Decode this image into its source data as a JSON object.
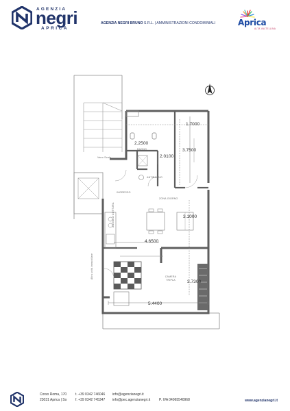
{
  "header": {
    "agency_top": "AGENZIA",
    "brand": "negri",
    "agency_bottom": "APRICA",
    "tagline_bold": "AGENZIA NEGRI BRUNO",
    "tagline_rest": " S.R.L. | AMMINISTRAZIONI CONDOMINIALI",
    "partner_logo": "Aprica",
    "partner_sub": "ALTA VALTELLINA"
  },
  "plan": {
    "rooms": {
      "bagno": "BAGNO",
      "vano_scale": "Vano Scale",
      "antibagno": "ANTIBAGNO",
      "ingresso": "INGRESSO",
      "zona_giorno": "ZONA GIORNO",
      "angolo_cottura": "ANGOLO COTTURA",
      "camera": "CAMERA TRIPLA",
      "altra_unita": "Altra unità immobiliare"
    },
    "dimensions": {
      "d1": "1.7000",
      "d2": "2.2500",
      "d3": "3.7500",
      "d4": "2.0100",
      "d5": "3.1000",
      "d6": "4.6500",
      "d7": "3.7300",
      "d8": "5.4400"
    }
  },
  "footer": {
    "addr1": "Corso Roma, 170",
    "addr2": "23031 Aprica | So",
    "tel": "t. +39 0342 746046",
    "fax": "f. +39 0342 745347",
    "email": "info@agenzianegri.it",
    "pec": "info@pec.agenzianegri.it",
    "piva": "P. IVA 04965540968",
    "website": "www.agenzianegri.it"
  },
  "colors": {
    "brand_blue": "#21346a",
    "wall": "#6b6b6b",
    "line": "#9a9a9a"
  }
}
